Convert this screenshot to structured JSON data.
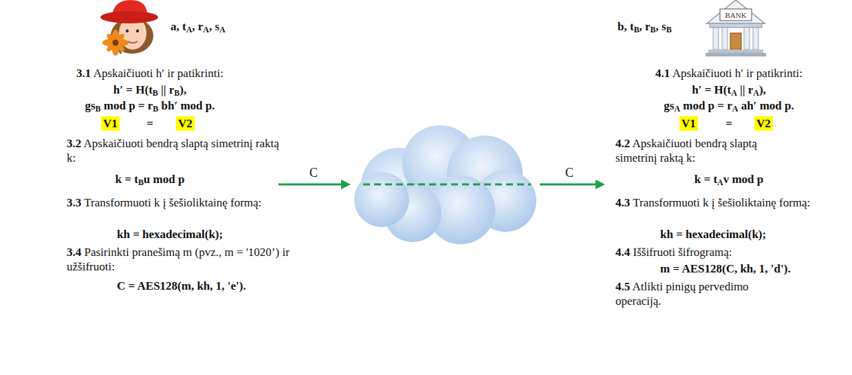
{
  "diagram": {
    "nodes": [
      {
        "text": [
          "V1"
        ]
      },
      {
        "text": [
          "V2"
        ]
      },
      {
        "text": [
          "V1"
        ]
      },
      {
        "text": [
          "V2"
        ]
      }
    ],
    "labels": [
      "a, tA, rA, sA",
      "3.1 Apskaičiuoti h′ ir patikrinti:",
      "h′ = H(tB || rB),",
      "gsB mod p = rB bh′ mod p.",
      "=",
      "3.2 Apskaičiuoti bendrą slaptą simetrinį raktą k:",
      "k = tBu mod p",
      "3.3 Transformuoti k į šešioliktainę formą:",
      "kh = hexadecimal(k);",
      "3.4 Pasirinkti pranešimą m (pvz., m = '1020’) ir užšifruoti:",
      "C = AES128(m, kh, 1, 'e').",
      "C",
      "C",
      "b, tB, rB, sB",
      "4.1 Apskaičiuoti h′ ir patikrinti:",
      "h′ = H(tA || rA),",
      "gsA mod p = rA ah′ mod p.",
      "=",
      "4.2 Apskaičiuoti bendrą slaptą simetrinį raktą k:",
      "k = tAv mod p",
      "4.3 Transformuoti k į šešioliktainę formą:",
      "kh = hexadecimal(k);",
      "4.4 Iššifruoti šifrogramą:",
      "m = AES128(C, kh, 1, 'd').",
      "4.5 Atlikti pinigų pervedimo operaciją.",
      "BANK"
    ]
  }
}
